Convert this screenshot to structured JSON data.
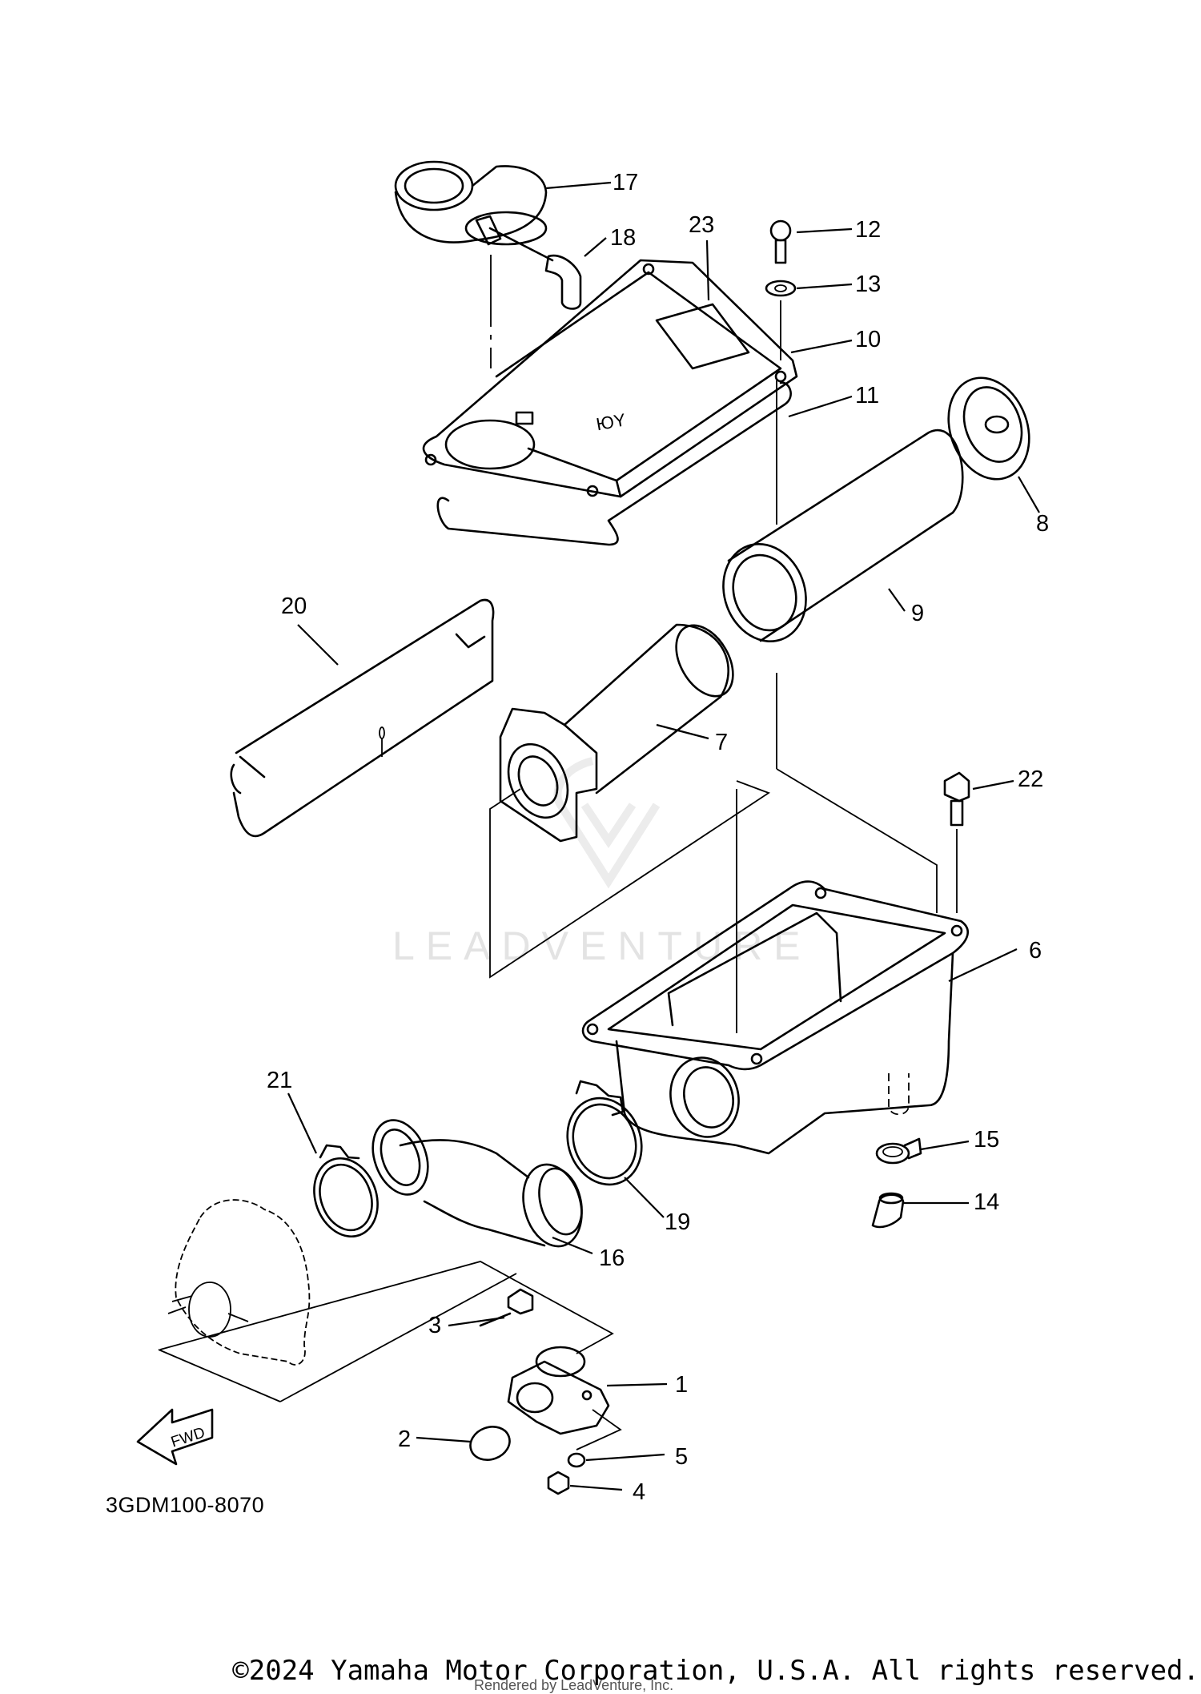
{
  "watermark": {
    "brand": "LEADVENTURE"
  },
  "callouts": [
    {
      "id": "17",
      "label": "17"
    },
    {
      "id": "18",
      "label": "18"
    },
    {
      "id": "23",
      "label": "23"
    },
    {
      "id": "12",
      "label": "12"
    },
    {
      "id": "13",
      "label": "13"
    },
    {
      "id": "10",
      "label": "10"
    },
    {
      "id": "11",
      "label": "11"
    },
    {
      "id": "8",
      "label": "8"
    },
    {
      "id": "20",
      "label": "20"
    },
    {
      "id": "9",
      "label": "9"
    },
    {
      "id": "7",
      "label": "7"
    },
    {
      "id": "22",
      "label": "22"
    },
    {
      "id": "6",
      "label": "6"
    },
    {
      "id": "21",
      "label": "21"
    },
    {
      "id": "15",
      "label": "15"
    },
    {
      "id": "14",
      "label": "14"
    },
    {
      "id": "19",
      "label": "19"
    },
    {
      "id": "16",
      "label": "16"
    },
    {
      "id": "3",
      "label": "3"
    },
    {
      "id": "1",
      "label": "1"
    },
    {
      "id": "2",
      "label": "2"
    },
    {
      "id": "5",
      "label": "5"
    },
    {
      "id": "4",
      "label": "4"
    }
  ],
  "cover_marking": "ЮY",
  "fwd_arrow": {
    "label": "FWD"
  },
  "diagram_code": "3GDM100-8070",
  "footer": {
    "copyright": "©2024 Yamaha Motor Corporation, U.S.A. All rights reserved.",
    "rendered_by": "Rendered by LeadVenture, Inc."
  }
}
